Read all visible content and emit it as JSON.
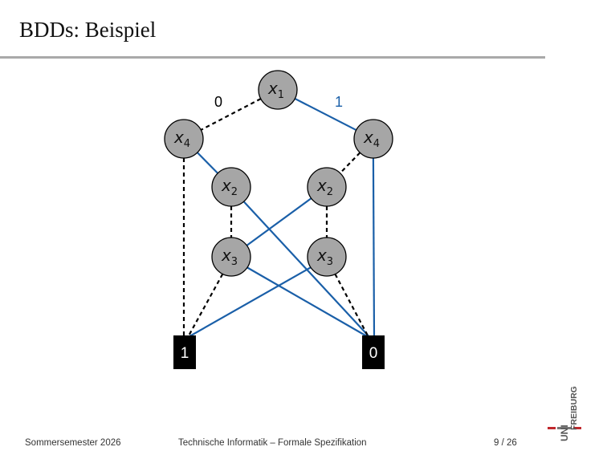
{
  "slide": {
    "title": "BDDs: Beispiel"
  },
  "diagram": {
    "edge_labels": {
      "zero": "0",
      "one": "1"
    },
    "nodes": [
      {
        "id": "x1_top",
        "var": "x",
        "sub": "1"
      },
      {
        "id": "x4_left",
        "var": "x",
        "sub": "4"
      },
      {
        "id": "x4_right",
        "var": "x",
        "sub": "4"
      },
      {
        "id": "x2_left",
        "var": "x",
        "sub": "2"
      },
      {
        "id": "x2_right",
        "var": "x",
        "sub": "2"
      },
      {
        "id": "x3_left",
        "var": "x",
        "sub": "3"
      },
      {
        "id": "x3_right",
        "var": "x",
        "sub": "3"
      }
    ],
    "terminals": [
      {
        "id": "t1",
        "label": "1"
      },
      {
        "id": "t0",
        "label": "0"
      }
    ],
    "edges": [
      {
        "from": "x1_top",
        "to": "x4_left",
        "type": "0"
      },
      {
        "from": "x1_top",
        "to": "x4_right",
        "type": "1"
      },
      {
        "from": "x4_left",
        "to": "t1",
        "type": "0"
      },
      {
        "from": "x4_left",
        "to": "x2_left",
        "type": "1"
      },
      {
        "from": "x4_right",
        "to": "x2_right",
        "type": "0"
      },
      {
        "from": "x4_right",
        "to": "t0",
        "type": "1"
      },
      {
        "from": "x2_left",
        "to": "x3_left",
        "type": "0"
      },
      {
        "from": "x2_left",
        "to": "t0",
        "type": "1"
      },
      {
        "from": "x2_right",
        "to": "x3_right",
        "type": "0"
      },
      {
        "from": "x2_right",
        "to": "x3_left",
        "type": "1"
      },
      {
        "from": "x3_left",
        "to": "t1",
        "type": "0"
      },
      {
        "from": "x3_left",
        "to": "t0",
        "type": "1"
      },
      {
        "from": "x3_right",
        "to": "t0",
        "type": "0"
      },
      {
        "from": "x3_right",
        "to": "t1",
        "type": "1"
      }
    ],
    "colors": {
      "one_edge": "#1a5fa8",
      "zero_edge": "#000000",
      "node_fill": "#a6a6a6",
      "terminal_fill": "#000000"
    }
  },
  "footer": {
    "left": "Sommersemester 2026",
    "center": "Technische Informatik – Formale Spezifikation",
    "page": "9 / 26",
    "logo_text": "UNI FREIBURG"
  }
}
